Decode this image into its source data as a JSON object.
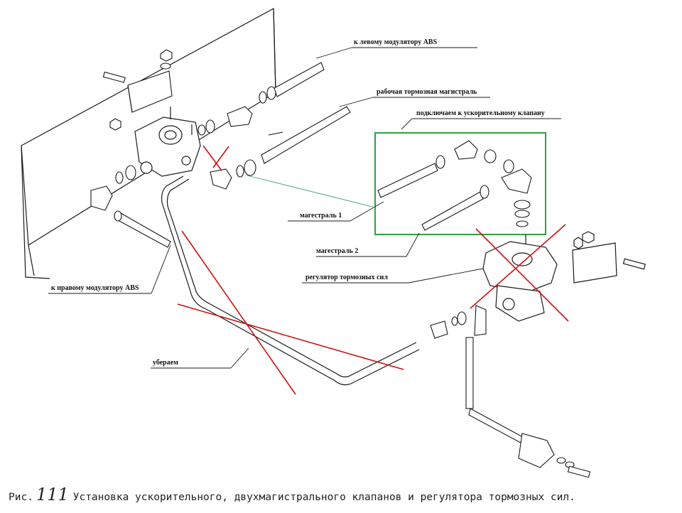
{
  "labels": {
    "left_abs": "к левому модулятору ABS",
    "brake_line": "рабочая тормозная магистраль",
    "connect": "подключаем к ускорительному клапану",
    "line1": "магестраль 1",
    "line2": "магестраль 2",
    "regulator": "регулятор тормозных сил",
    "right_abs": "к правому модулятору ABS",
    "remove": "убераем"
  },
  "caption": {
    "prefix": "Рис.",
    "number": "111",
    "text": "Установка ускорительного, двухмагистрального клапанов и регулятора тормозных сил."
  },
  "colors": {
    "line": "#1a1a1a",
    "cross": "#cc1111",
    "highlight": "#2ea043",
    "leader_link": "#3aa37a"
  }
}
